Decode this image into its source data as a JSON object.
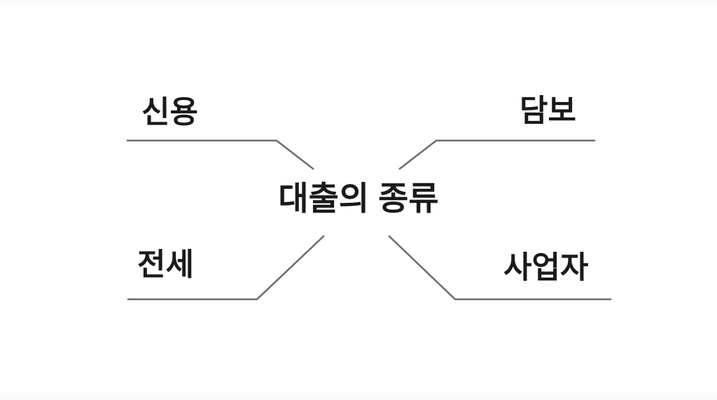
{
  "diagram": {
    "title": "대출의 종류",
    "branches": [
      {
        "label": "신용",
        "position": "top-left"
      },
      {
        "label": "담보",
        "position": "top-right"
      },
      {
        "label": "전세",
        "position": "bottom-left"
      },
      {
        "label": "사업자",
        "position": "bottom-right"
      }
    ]
  },
  "colors": {
    "background": "#ffffff",
    "text": "#1a1a1a",
    "line": "#6b6b6b"
  }
}
